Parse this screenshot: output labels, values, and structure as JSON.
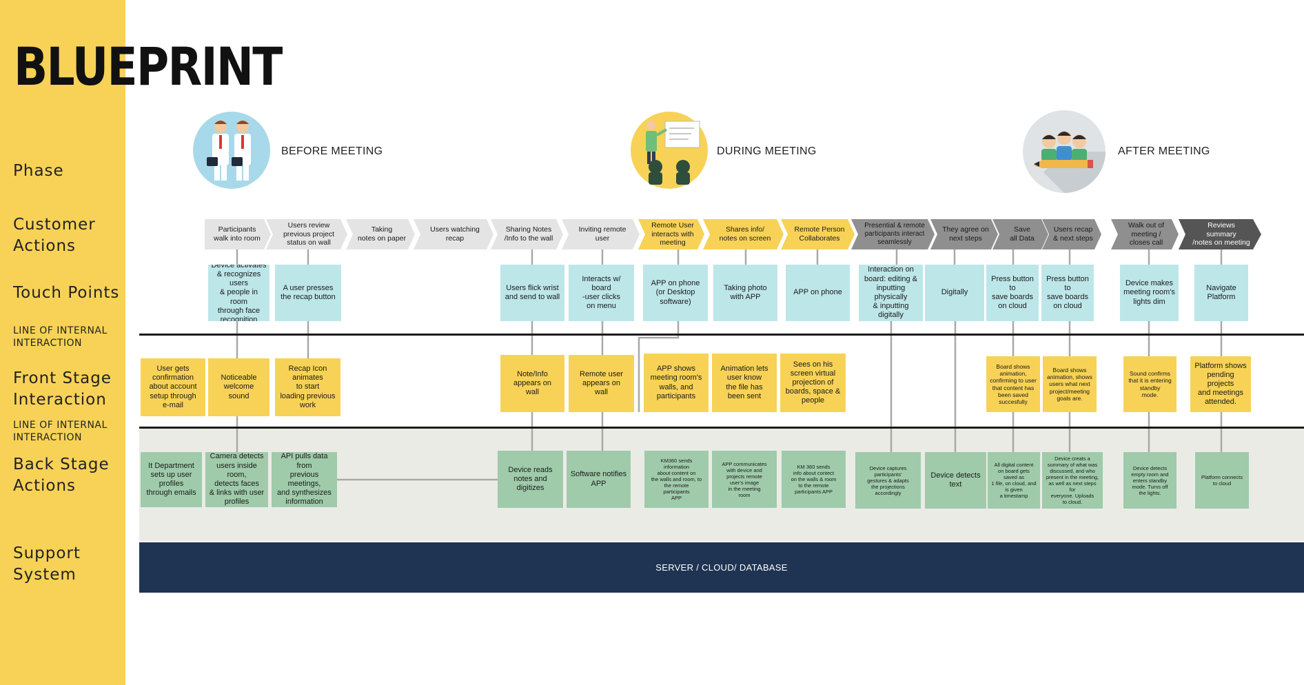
{
  "title": "BLUEPRINT",
  "row_labels": {
    "phase": "Phase",
    "customer_1": "Customer",
    "customer_2": "Actions",
    "touch": "Touch Points",
    "line1_a": "LINE OF INTERNAL",
    "line1_b": "INTERACTION",
    "front_1": "Front Stage",
    "front_2": "Interaction",
    "line2_a": "LINE OF INTERNAL",
    "line2_b": "INTERACTION",
    "back_1": "Back Stage",
    "back_2": "Actions",
    "support_1": "Support",
    "support_2": "System"
  },
  "phases": {
    "before": "BEFORE MEETING",
    "during": "DURING MEETING",
    "after": "AFTER MEETING"
  },
  "customer_actions": [
    "Participants\nwalk into room",
    "Users review\nprevious project\nstatus on wall",
    "Taking\nnotes on paper",
    "Users watching\nrecap",
    "Sharing Notes\n/Info to the wall",
    "Inviting remote\nuser",
    "Remote User\ninteracts with\nmeeting",
    "Shares info/\nnotes on screen",
    "Remote Person\nCollaborates",
    "Presential & remote\nparticipants interact\nseamlessly",
    "They agree on\nnext steps",
    "Save\nall Data",
    "Users recap\n& next steps",
    "Walk out of\nmeeting /\ncloses call",
    "Reviews\nsummary\n/notes on meeting"
  ],
  "touch_points": [
    "Device activates\n& recognizes users\n& people in room\nthrough face\nrecognition",
    "A user presses\nthe recap button",
    "Users flick wrist\nand send to wall",
    "Interacts w/ board\n-user clicks\non menu",
    "APP on phone\n(or Desktop\nsoftware)",
    "Taking photo\nwith APP",
    "APP on phone",
    "Interaction on\nboard: editing &\ninputting physically\n& inputting\ndigitally",
    "Digitally",
    "Press button to\nsave boards\non cloud",
    "Press button to\nsave boards\non cloud",
    "Device makes\nmeeting room's\nlights dim",
    "Navigate\nPlatform"
  ],
  "front_stage": [
    "User gets\nconfirmation\nabout account\nsetup through\ne-mail",
    "Noticeable\nwelcome\nsound",
    "Recap Icon\nanimates\nto start\nloading previous\nwork",
    "Note/Info\nappears on\nwall",
    "Remote user\nappears on\nwall",
    "APP shows\nmeeting room's\nwalls, and\nparticipants",
    "Animation lets\nuser know\nthe file has\nbeen sent",
    "Sees on his\nscreen virtual\nprojection of\nboards, space &\npeople",
    "Board shows\nanimation,\nconfirming to user\nthat content has\nbeen saved\nsuccesfully",
    "Board shows\nanimation, shows\nusers what next\nproject/meeting\ngoals are.",
    "Sound confirms\nthat it is entering\nstandby\nmode.",
    "Platform shows\npending projects\nand meetings\nattended."
  ],
  "back_stage": [
    "It Department\nsets up user\nprofiles\nthrough emails",
    "Camera detects\nusers inside room,\ndetects faces\n& links with user\nprofiles",
    "API pulls data from\nprevious meetings,\nand synthesizes\ninformation",
    "Device reads\nnotes and\ndigitizes",
    "Software notifies\nAPP",
    "KM360 sends\ninformation\nabout content on\nthe walls and room, to\nthe remote\nparticipants\nAPP",
    "APP communicates\nwith device and\nprojects remote\nuser's image\nin the meeting\nroom",
    "KM 360 sends\ninfo about contect\non the walls & room\nto the remote\nparticipants APP",
    "Device captures\nparticipants'\ngestures & adapts\nthe projections\naccordingly",
    "Device detects\ntext",
    "All digital content\non board gets\nsaved as\n1 file, on cloud, and\nis given\na timestamp",
    "Device creats a\nsummary of what was\ndiscussed, and who\npresent in the meeting,\nas well as next steps for\neveryone. Uploads\nto cloud.",
    "Device detects\nempty room and\nenters standby\nmode. Turns off\nthe lights.",
    "Platform connects\nto cloud"
  ],
  "support_system": "SERVER / CLOUD/ DATABASE",
  "colors": {
    "sidebar": "#f7d256",
    "touch_point": "#bde6e9",
    "front_stage": "#f7d256",
    "back_stage": "#9fcbaa",
    "support": "#1f3352",
    "arrow_light": "#e4e4e4",
    "arrow_yellow": "#f7d256",
    "arrow_mid": "#8f8f8f",
    "arrow_dark": "#555555"
  }
}
